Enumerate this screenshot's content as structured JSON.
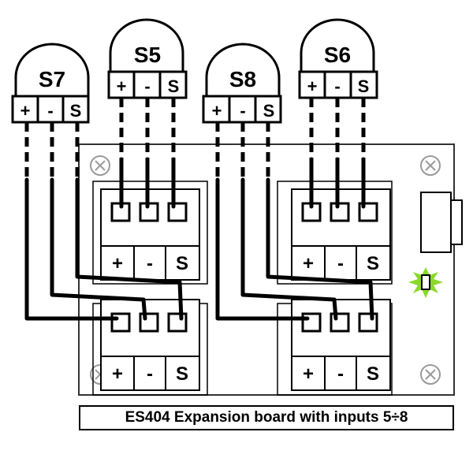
{
  "caption": "ES404 Expansion board with inputs 5÷8",
  "sensors": [
    {
      "name": "S7",
      "pins": [
        "+",
        "-",
        "S"
      ]
    },
    {
      "name": "S5",
      "pins": [
        "+",
        "-",
        "S"
      ]
    },
    {
      "name": "S8",
      "pins": [
        "+",
        "-",
        "S"
      ]
    },
    {
      "name": "S6",
      "pins": [
        "+",
        "-",
        "S"
      ]
    }
  ],
  "terminal_blocks": [
    {
      "id": "top-left",
      "labels": [
        "+",
        "-",
        "S"
      ]
    },
    {
      "id": "bottom-left",
      "labels": [
        "+",
        "-",
        "S"
      ]
    },
    {
      "id": "top-right",
      "labels": [
        "+",
        "-",
        "S"
      ]
    },
    {
      "id": "bottom-right",
      "labels": [
        "+",
        "-",
        "S"
      ]
    }
  ],
  "colors": {
    "line": "#000000",
    "board_border": "#333333",
    "led_glow": "#8bd82a",
    "screw": "#9a9a9a"
  },
  "icons": [
    "mounting-hole-icon",
    "led-icon",
    "connector-icon"
  ]
}
